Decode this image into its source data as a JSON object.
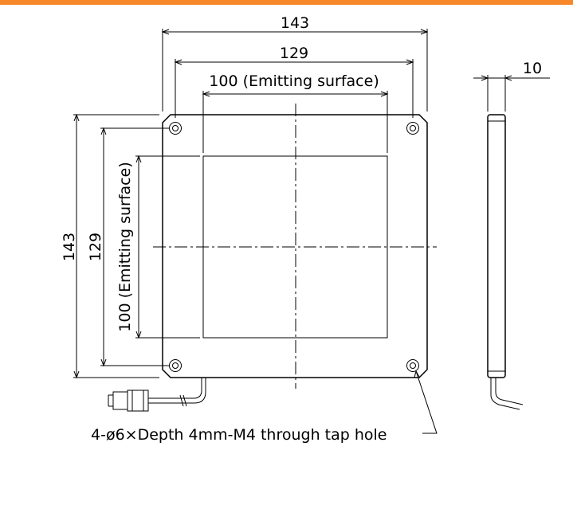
{
  "colors": {
    "accent_bar": "#f7882a",
    "line": "#000000",
    "background": "#ffffff"
  },
  "front_view": {
    "width_outer": "143",
    "width_holes": "129",
    "width_emitting": "100 (Emitting surface)",
    "height_outer": "143",
    "height_holes": "129",
    "height_emitting": "100 (Emitting surface)",
    "hole_note": "4-ø6×Depth 4mm-M4 through tap hole"
  },
  "side_view": {
    "thickness": "10"
  }
}
